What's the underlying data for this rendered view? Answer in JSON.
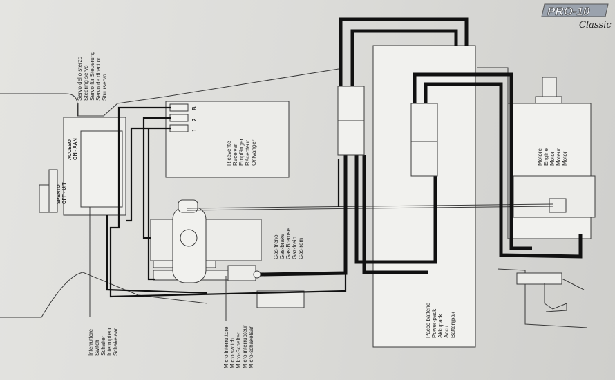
{
  "logo": {
    "brand": "PRO-10",
    "sub": "Classic"
  },
  "components": {
    "steering_servo": [
      "Servo dello sterzo",
      "Steering servo",
      "Servo für Steuerung",
      "Servo de direction",
      "Stuurservo"
    ],
    "switch_on": [
      "ACCESO",
      "ON - AAN"
    ],
    "switch_off": [
      "SPENTO",
      "OFF - UIT"
    ],
    "switch": [
      "Interruttore",
      "Switch",
      "Schalter",
      "Interrupteur",
      "Schakelaar"
    ],
    "micro_switch": [
      "Micro interruttore",
      "Micro switch",
      "Mikro-Schalter",
      "Micro interrupteur",
      "Micro-schakelaar"
    ],
    "receiver": [
      "Ricevente",
      "Receiver",
      "Empfänger",
      "Récepteur",
      "Ontvanger"
    ],
    "receiver_channels": [
      "B",
      "2",
      "1"
    ],
    "gas": [
      "Gas-freno",
      "Gas-brake",
      "Gas-Bremse",
      "Gaz-frein",
      "Gas-rem"
    ],
    "battery": [
      "Pacco batterie",
      "Power-pack",
      "Akkupack",
      "Accu",
      "Batterijpak"
    ],
    "motor": [
      "Motore",
      "Engine",
      "Motor",
      "Moteur",
      "Motor"
    ]
  }
}
